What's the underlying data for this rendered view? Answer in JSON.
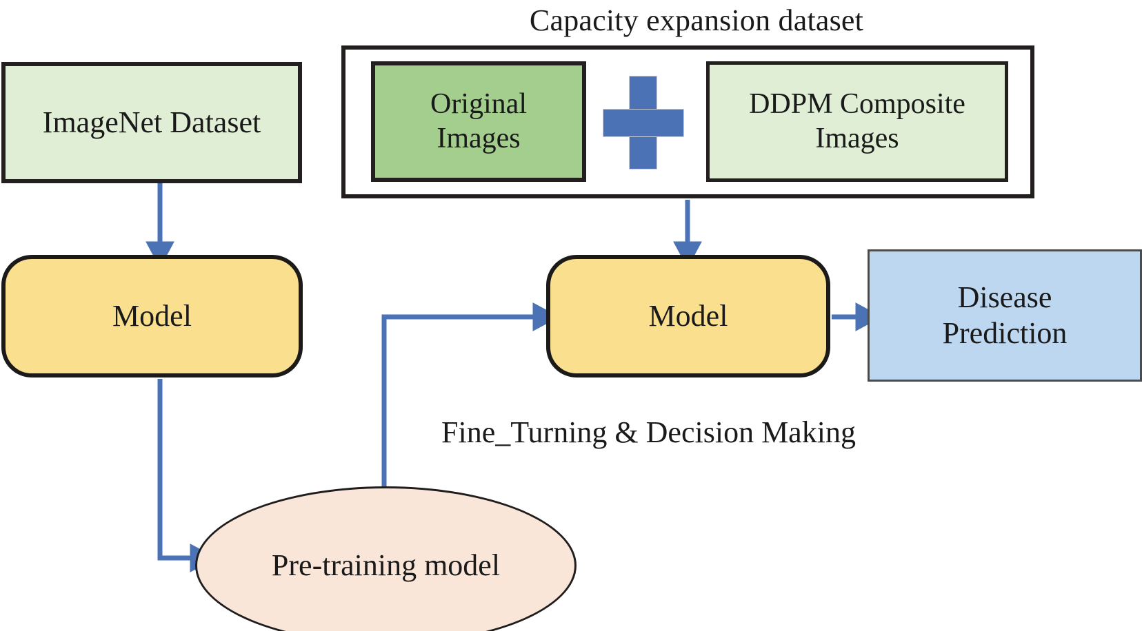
{
  "diagram": {
    "title": "Capacity expansion dataset",
    "nodes": {
      "imagenet": "ImageNet Dataset",
      "original_images": "Original\nImages",
      "original_images_line1": "Original",
      "original_images_line2": "Images",
      "ddpm_line1": "DDPM Composite",
      "ddpm_line2": "Images",
      "model_left": "Model",
      "model_right": "Model",
      "disease_line1": "Disease",
      "disease_line2": "Prediction",
      "pretraining": "Pre-training model"
    },
    "labels": {
      "fine_turning": "Fine_Turning & Decision Making"
    },
    "icons": {
      "plus": "plus-icon"
    },
    "colors": {
      "light_green": "#dfeed4",
      "mid_green": "#a4ce8e",
      "yellow": "#fae08e",
      "light_blue": "#bcd7ef",
      "peach": "#fae6d8",
      "arrow_blue": "#4a72b5",
      "outline_dark": "#231f1e",
      "background": "#ffffff"
    },
    "edges": [
      {
        "from": "imagenet",
        "to": "model_left",
        "style": "arrow-down"
      },
      {
        "from": "capacity_frame",
        "to": "model_right",
        "style": "arrow-down"
      },
      {
        "from": "model_left",
        "to": "pretraining",
        "style": "elbow-down-right"
      },
      {
        "from": "pretraining",
        "to": "model_right",
        "style": "elbow-up-right"
      },
      {
        "from": "model_right",
        "to": "disease",
        "style": "arrow-right"
      }
    ]
  }
}
